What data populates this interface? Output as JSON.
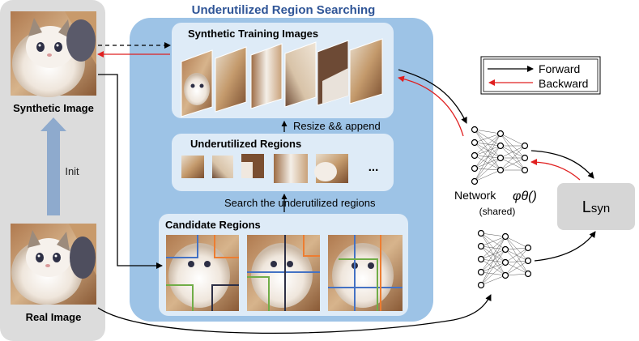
{
  "left_panel": {
    "synthetic_label": "Synthetic Image",
    "init_label": "Init",
    "real_label": "Real Image"
  },
  "search_panel": {
    "title": "Underutilized Region Searching",
    "synthetic_training_title": "Synthetic Training Images",
    "resize_label": "Resize && append",
    "underutilized_title": "Underutilized Regions",
    "ellipsis": "...",
    "search_label": "Search the underutilized regions",
    "candidate_title": "Candidate Regions"
  },
  "legend": {
    "forward": "Forward",
    "backward": "Backward"
  },
  "network": {
    "label": "Network",
    "symbol": "φθ()",
    "shared": "(shared)"
  },
  "loss": {
    "base": "L",
    "sub": "syn"
  },
  "colors": {
    "left_panel_bg": "#dcdcdc",
    "search_panel_bg": "#9dc3e6",
    "inner_box_bg": "#deebf7",
    "title_color": "#2f5597",
    "init_arrow": "#8eaacd",
    "forward": "#000000",
    "backward": "#e02020",
    "loss_box": "#d6d6d6",
    "grid_orange": "#ed7d31",
    "grid_blue": "#4472c4",
    "grid_green": "#70ad47"
  }
}
